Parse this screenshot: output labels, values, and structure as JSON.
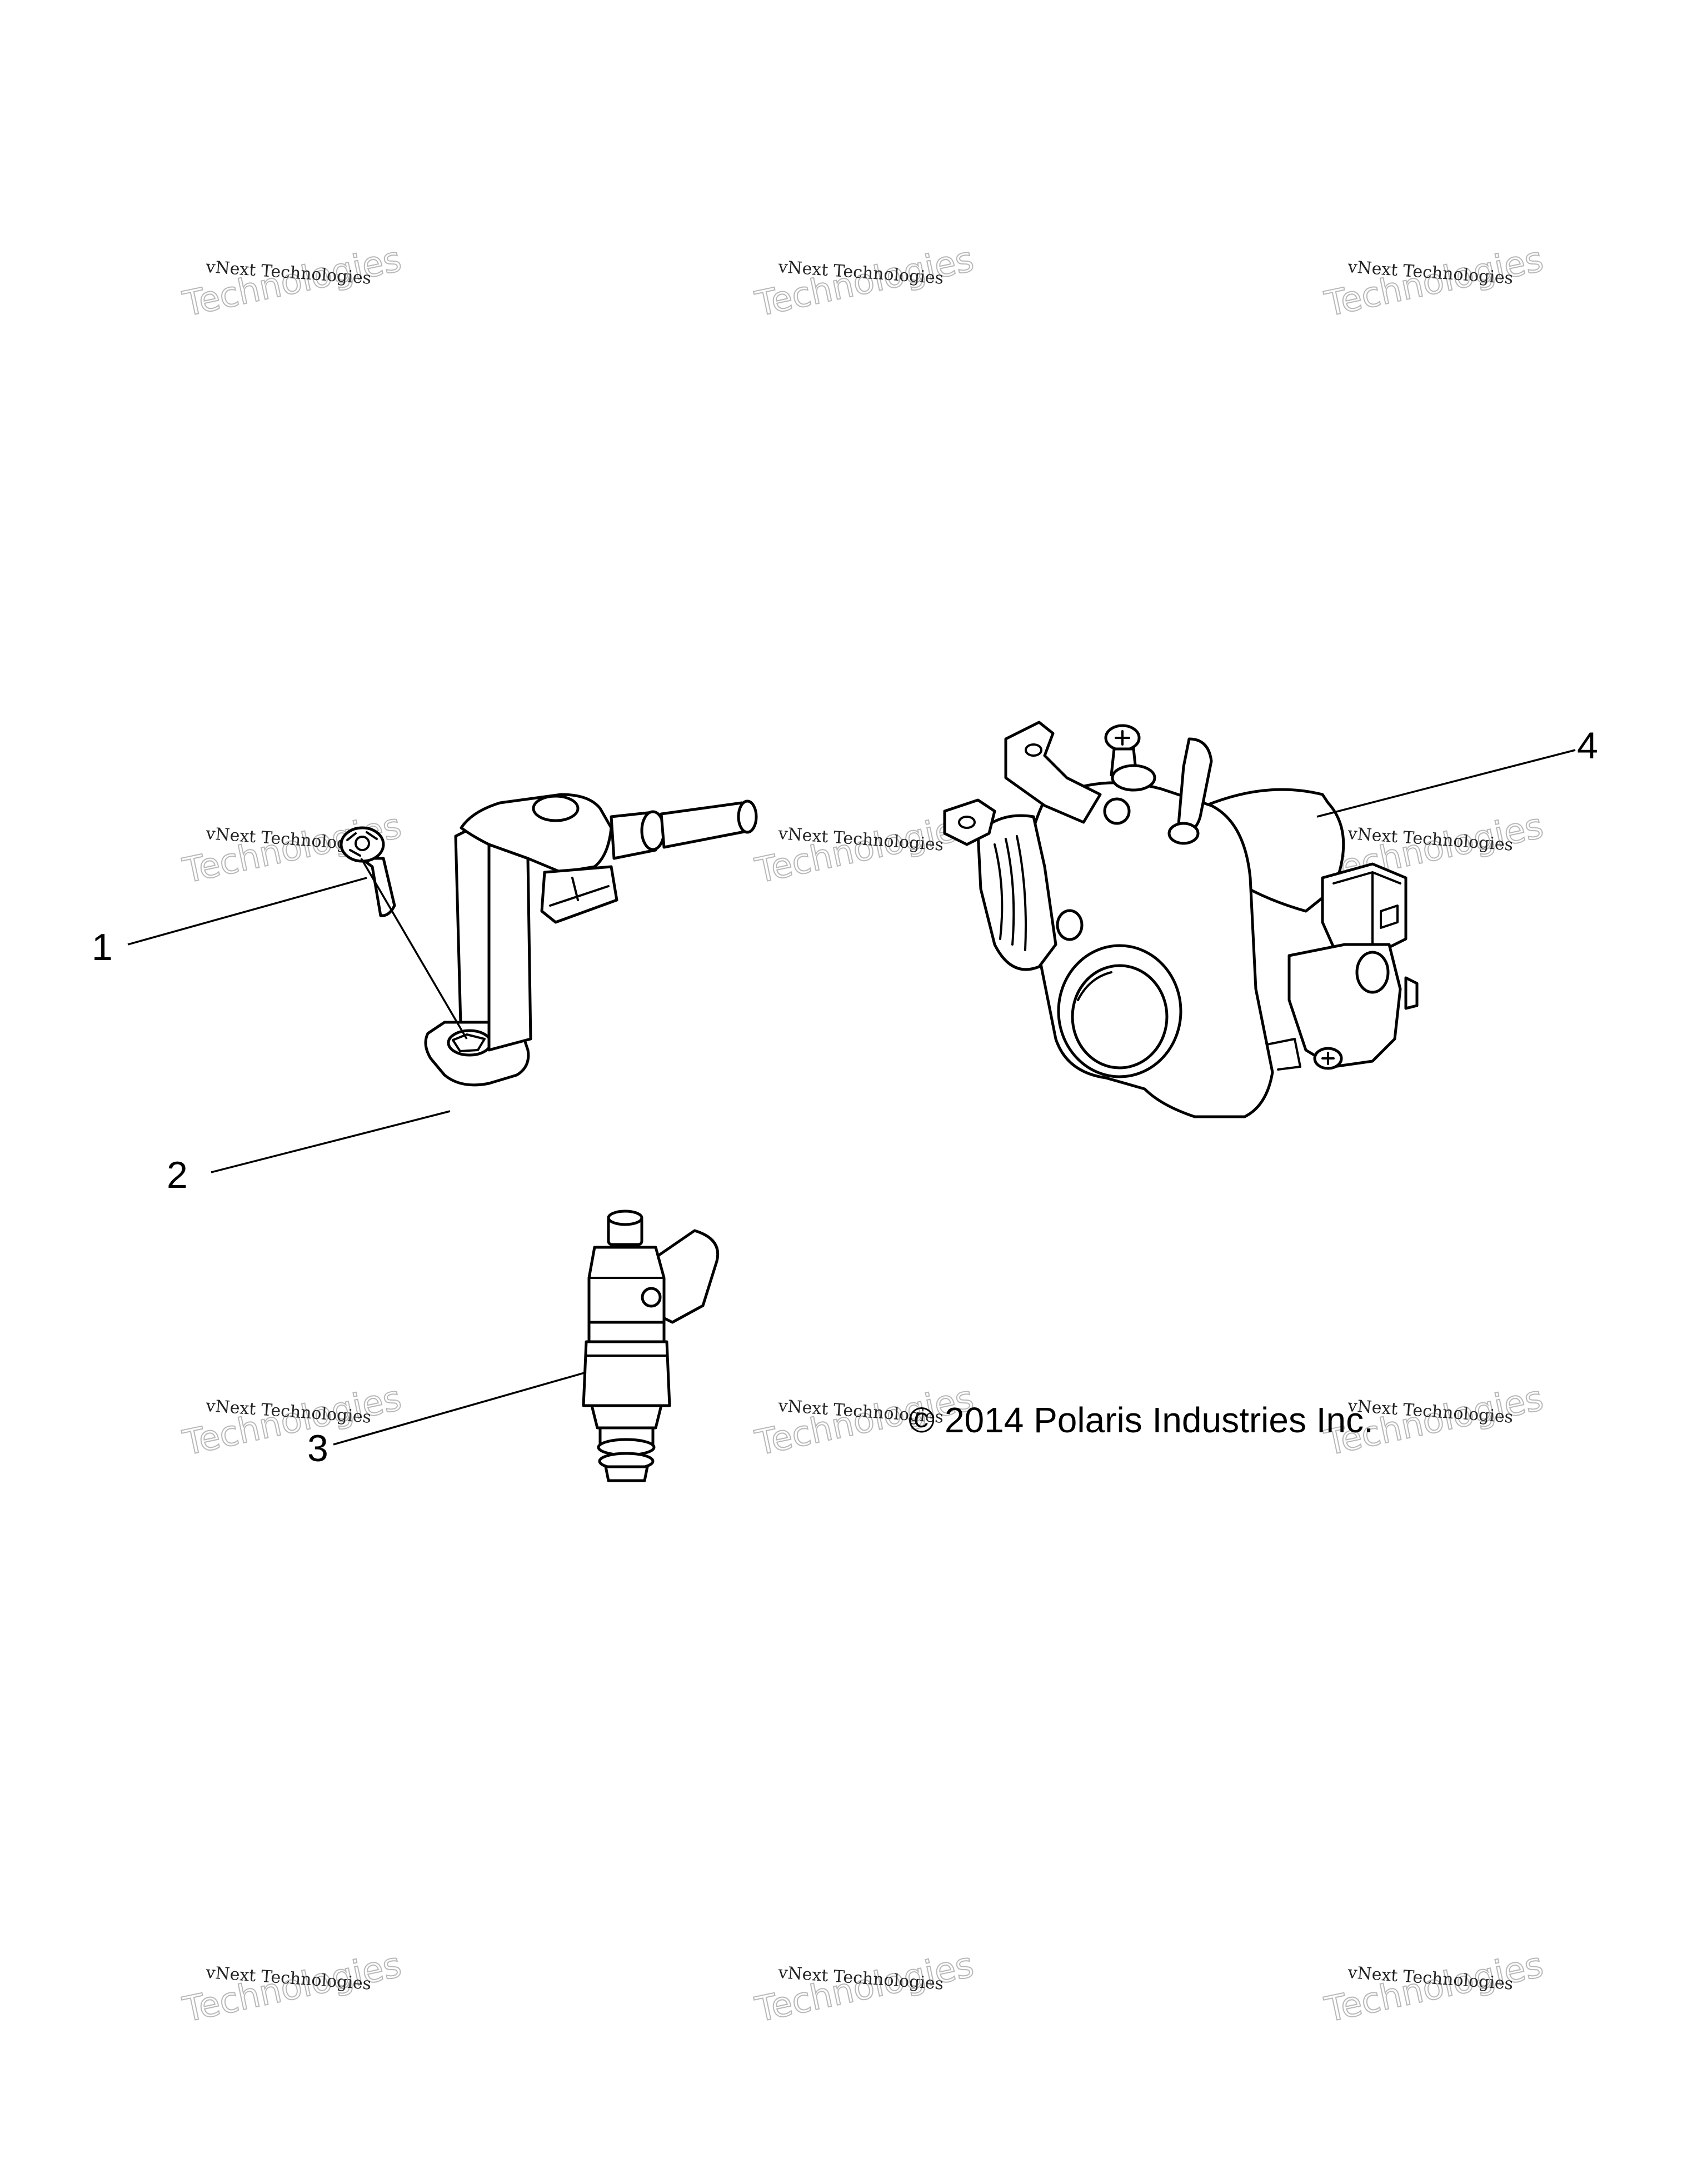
{
  "callouts": [
    {
      "label": "1",
      "part": "screw"
    },
    {
      "label": "2",
      "part": "bracket"
    },
    {
      "label": "3",
      "part": "fuel-injector"
    },
    {
      "label": "4",
      "part": "throttle-body"
    }
  ],
  "copyright": "© 2014 Polaris Industries Inc.",
  "watermark": {
    "line1": "vNext Technologies",
    "line2": "Technologies"
  }
}
